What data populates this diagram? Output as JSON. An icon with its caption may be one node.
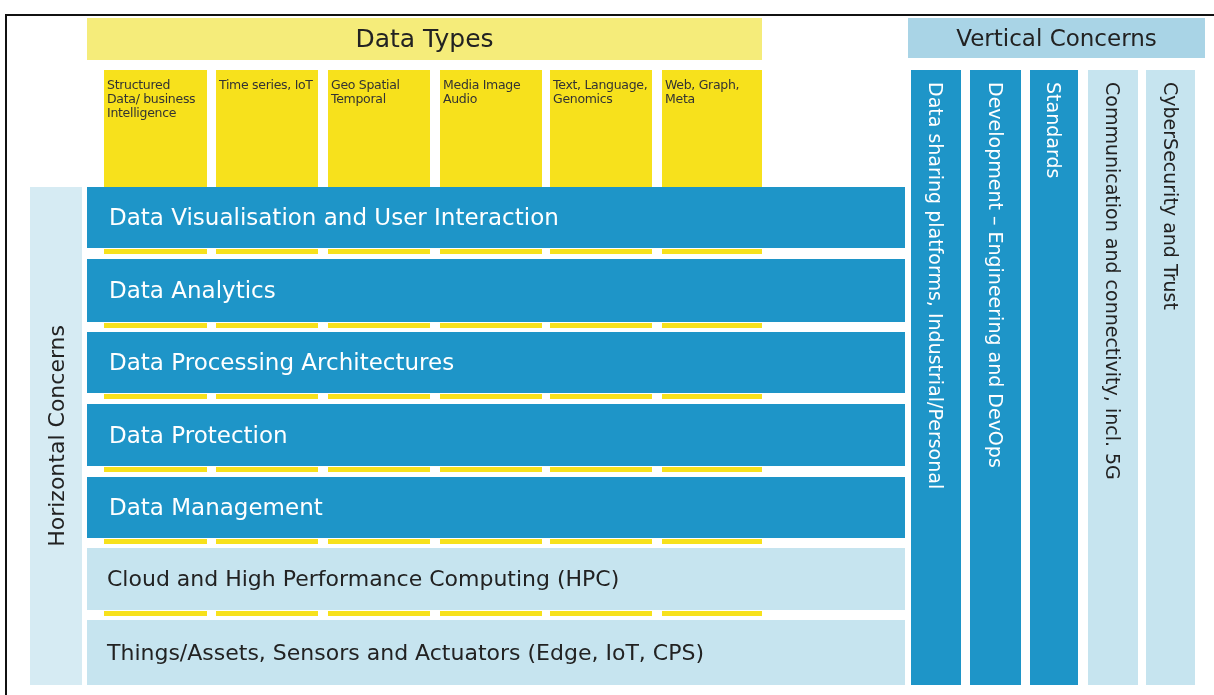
{
  "diagram": {
    "nodes": [
      {
        "text": [
          "Data Types"
        ]
      },
      {
        "text": [
          "Structured Data/ business Intelligence"
        ]
      },
      {
        "text": [
          "Time series, IoT"
        ]
      },
      {
        "text": [
          "Geo Spatial Temporal"
        ]
      },
      {
        "text": [
          "Media Image Audio"
        ]
      },
      {
        "text": [
          "Text, Language, Genomics"
        ]
      },
      {
        "text": [
          "Web, Graph, Meta"
        ]
      },
      {
        "text": [
          "Vertical Concerns"
        ]
      },
      {
        "text": [
          "Data sharing platforms, Industrial/Personal"
        ]
      },
      {
        "text": [
          "Development – Engineering and DevOps"
        ]
      },
      {
        "text": [
          "Standards"
        ]
      },
      {
        "text": [
          "Communication and connectivity, incl. 5G"
        ]
      },
      {
        "text": [
          "CyberSecurity and Trust"
        ]
      },
      {
        "text": [
          "Horizontal Concerns"
        ]
      },
      {
        "text": [
          "Data Visualisation and User Interaction"
        ]
      },
      {
        "text": [
          "Data Analytics"
        ]
      },
      {
        "text": [
          "Data Processing Architectures"
        ]
      },
      {
        "text": [
          "Data Protection"
        ]
      },
      {
        "text": [
          "Data Management"
        ]
      },
      {
        "text": [
          "Cloud and High Performance Computing (HPC)"
        ]
      },
      {
        "text": [
          "Things/Assets, Sensors and Actuators (Edge, IoT, CPS)"
        ]
      }
    ]
  }
}
